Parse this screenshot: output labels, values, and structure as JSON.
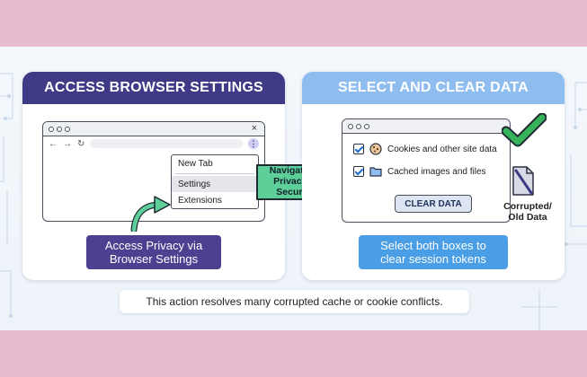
{
  "left_panel": {
    "title": "ACCESS BROWSER SETTINGS",
    "menu": [
      "New Tab",
      "Settings",
      "Extensions"
    ],
    "tab_close": "×",
    "kebab": "⋮",
    "nav_back": "←",
    "nav_forward": "→",
    "nav_reload": "↻",
    "caption_line1": "Access Privacy via",
    "caption_line2": "Browser Settings"
  },
  "arrow": {
    "line1": "Navigate to",
    "line2": "Privacy &",
    "line3": "Security"
  },
  "right_panel": {
    "title": "SELECT AND CLEAR DATA",
    "options": [
      "Cookies and other site data",
      "Cached images and files"
    ],
    "button": "CLEAR DATA",
    "corrupted_line1": "Corrupted/",
    "corrupted_line2": "Old Data",
    "caption_line1": "Select both boxes to",
    "caption_line2": "clear session tokens"
  },
  "footer_note": "This action resolves many corrupted cache or cookie conflicts.",
  "colors": {
    "left_header": "#3f3a86",
    "right_header": "#8fbdf0",
    "arrow_green": "#5fcf9a",
    "check_green": "#35b25a",
    "left_caption": "#4e3f91",
    "right_caption": "#4a9ee6"
  }
}
